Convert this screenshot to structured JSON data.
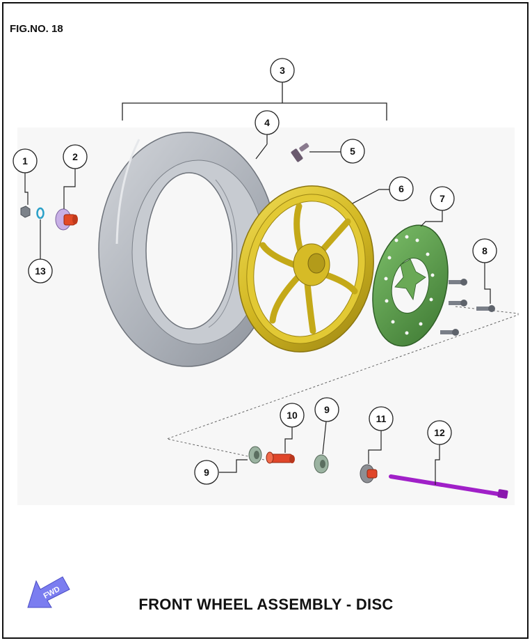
{
  "figure_number": "FIG.NO. 18",
  "title": "FRONT WHEEL ASSEMBLY - DISC",
  "fwd_label": "FWD",
  "callouts": [
    "1",
    "2",
    "3",
    "4",
    "5",
    "6",
    "7",
    "8",
    "9",
    "10",
    "9",
    "11",
    "12",
    "13"
  ],
  "colors": {
    "tyre": "#b5b9c0",
    "rim": "#d9c12a",
    "disc": "#5a9a4c",
    "axle": "#a020c8",
    "spacer": "#e04a28",
    "bearing": "#8fa896",
    "fwd_arrow": "#7b7df0"
  }
}
